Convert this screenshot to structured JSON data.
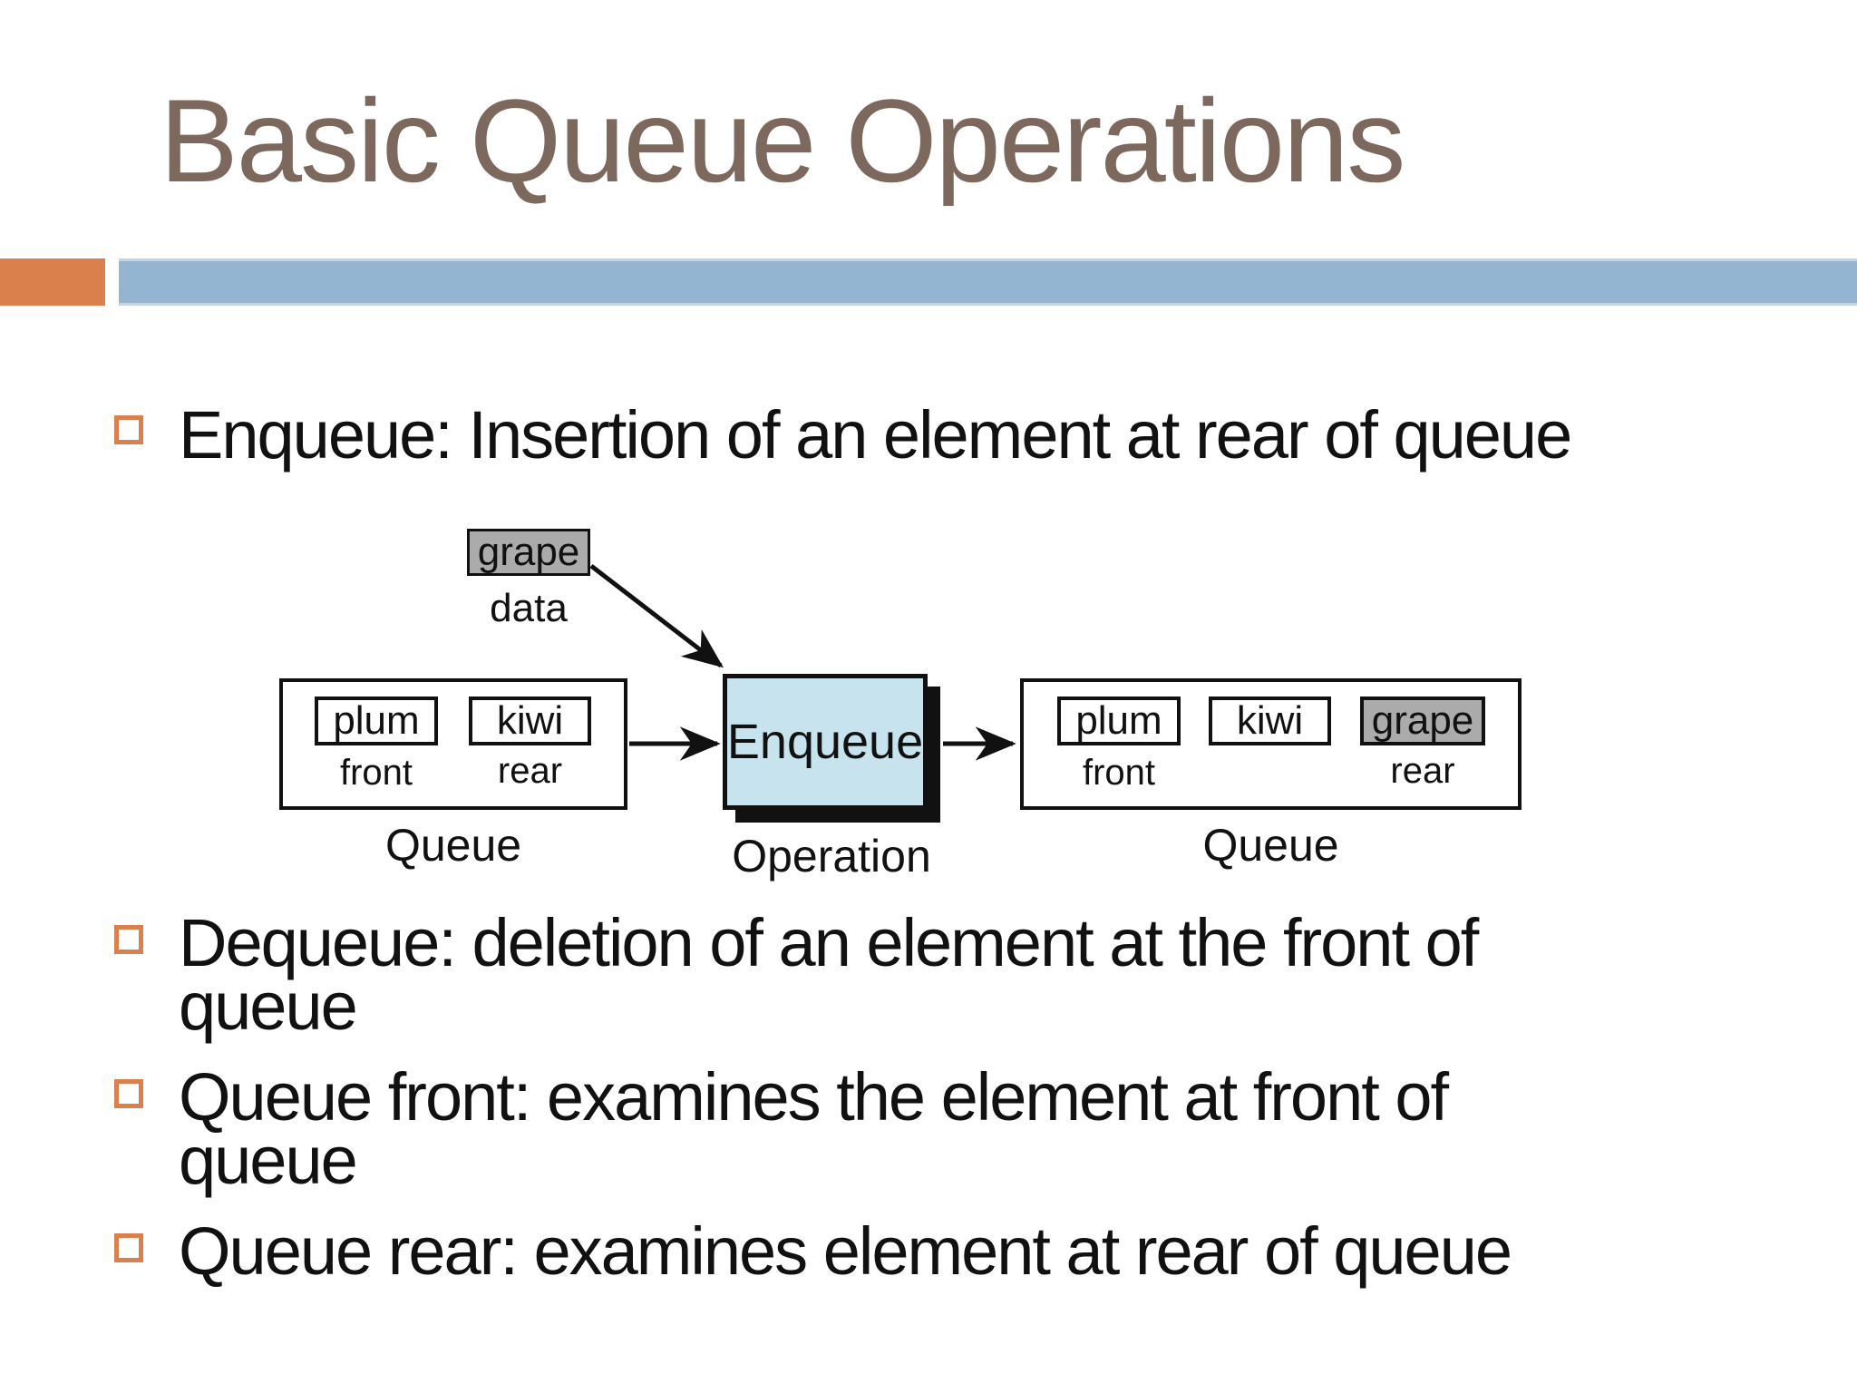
{
  "slide": {
    "title": "Basic Queue Operations"
  },
  "bullets": [
    {
      "text": "Enqueue: Insertion of an element at rear of queue"
    },
    {
      "text": "Dequeue: deletion of an element at the front of\nqueue"
    },
    {
      "text": "Queue front: examines the element at front of\nqueue"
    },
    {
      "text": "Queue rear: examines element at rear of queue"
    }
  ],
  "diagram": {
    "data_item": {
      "label": "grape",
      "caption": "data"
    },
    "left_queue": {
      "items": [
        {
          "label": "plum",
          "pointer": "front"
        },
        {
          "label": "kiwi",
          "pointer": "rear"
        }
      ],
      "caption": "Queue"
    },
    "operation": {
      "label": "Enqueue",
      "caption": "Operation"
    },
    "right_queue": {
      "items": [
        {
          "label": "plum",
          "pointer": "front"
        },
        {
          "label": "kiwi",
          "pointer": ""
        },
        {
          "label": "grape",
          "pointer": "rear"
        }
      ],
      "caption": "Queue"
    }
  },
  "colors": {
    "accent-orange": "#D9804C",
    "bar-blue": "#94B5D1",
    "title-brown": "#7C685C",
    "op-fill": "#C7E4EE",
    "gray-fill": "#ABABAB"
  }
}
